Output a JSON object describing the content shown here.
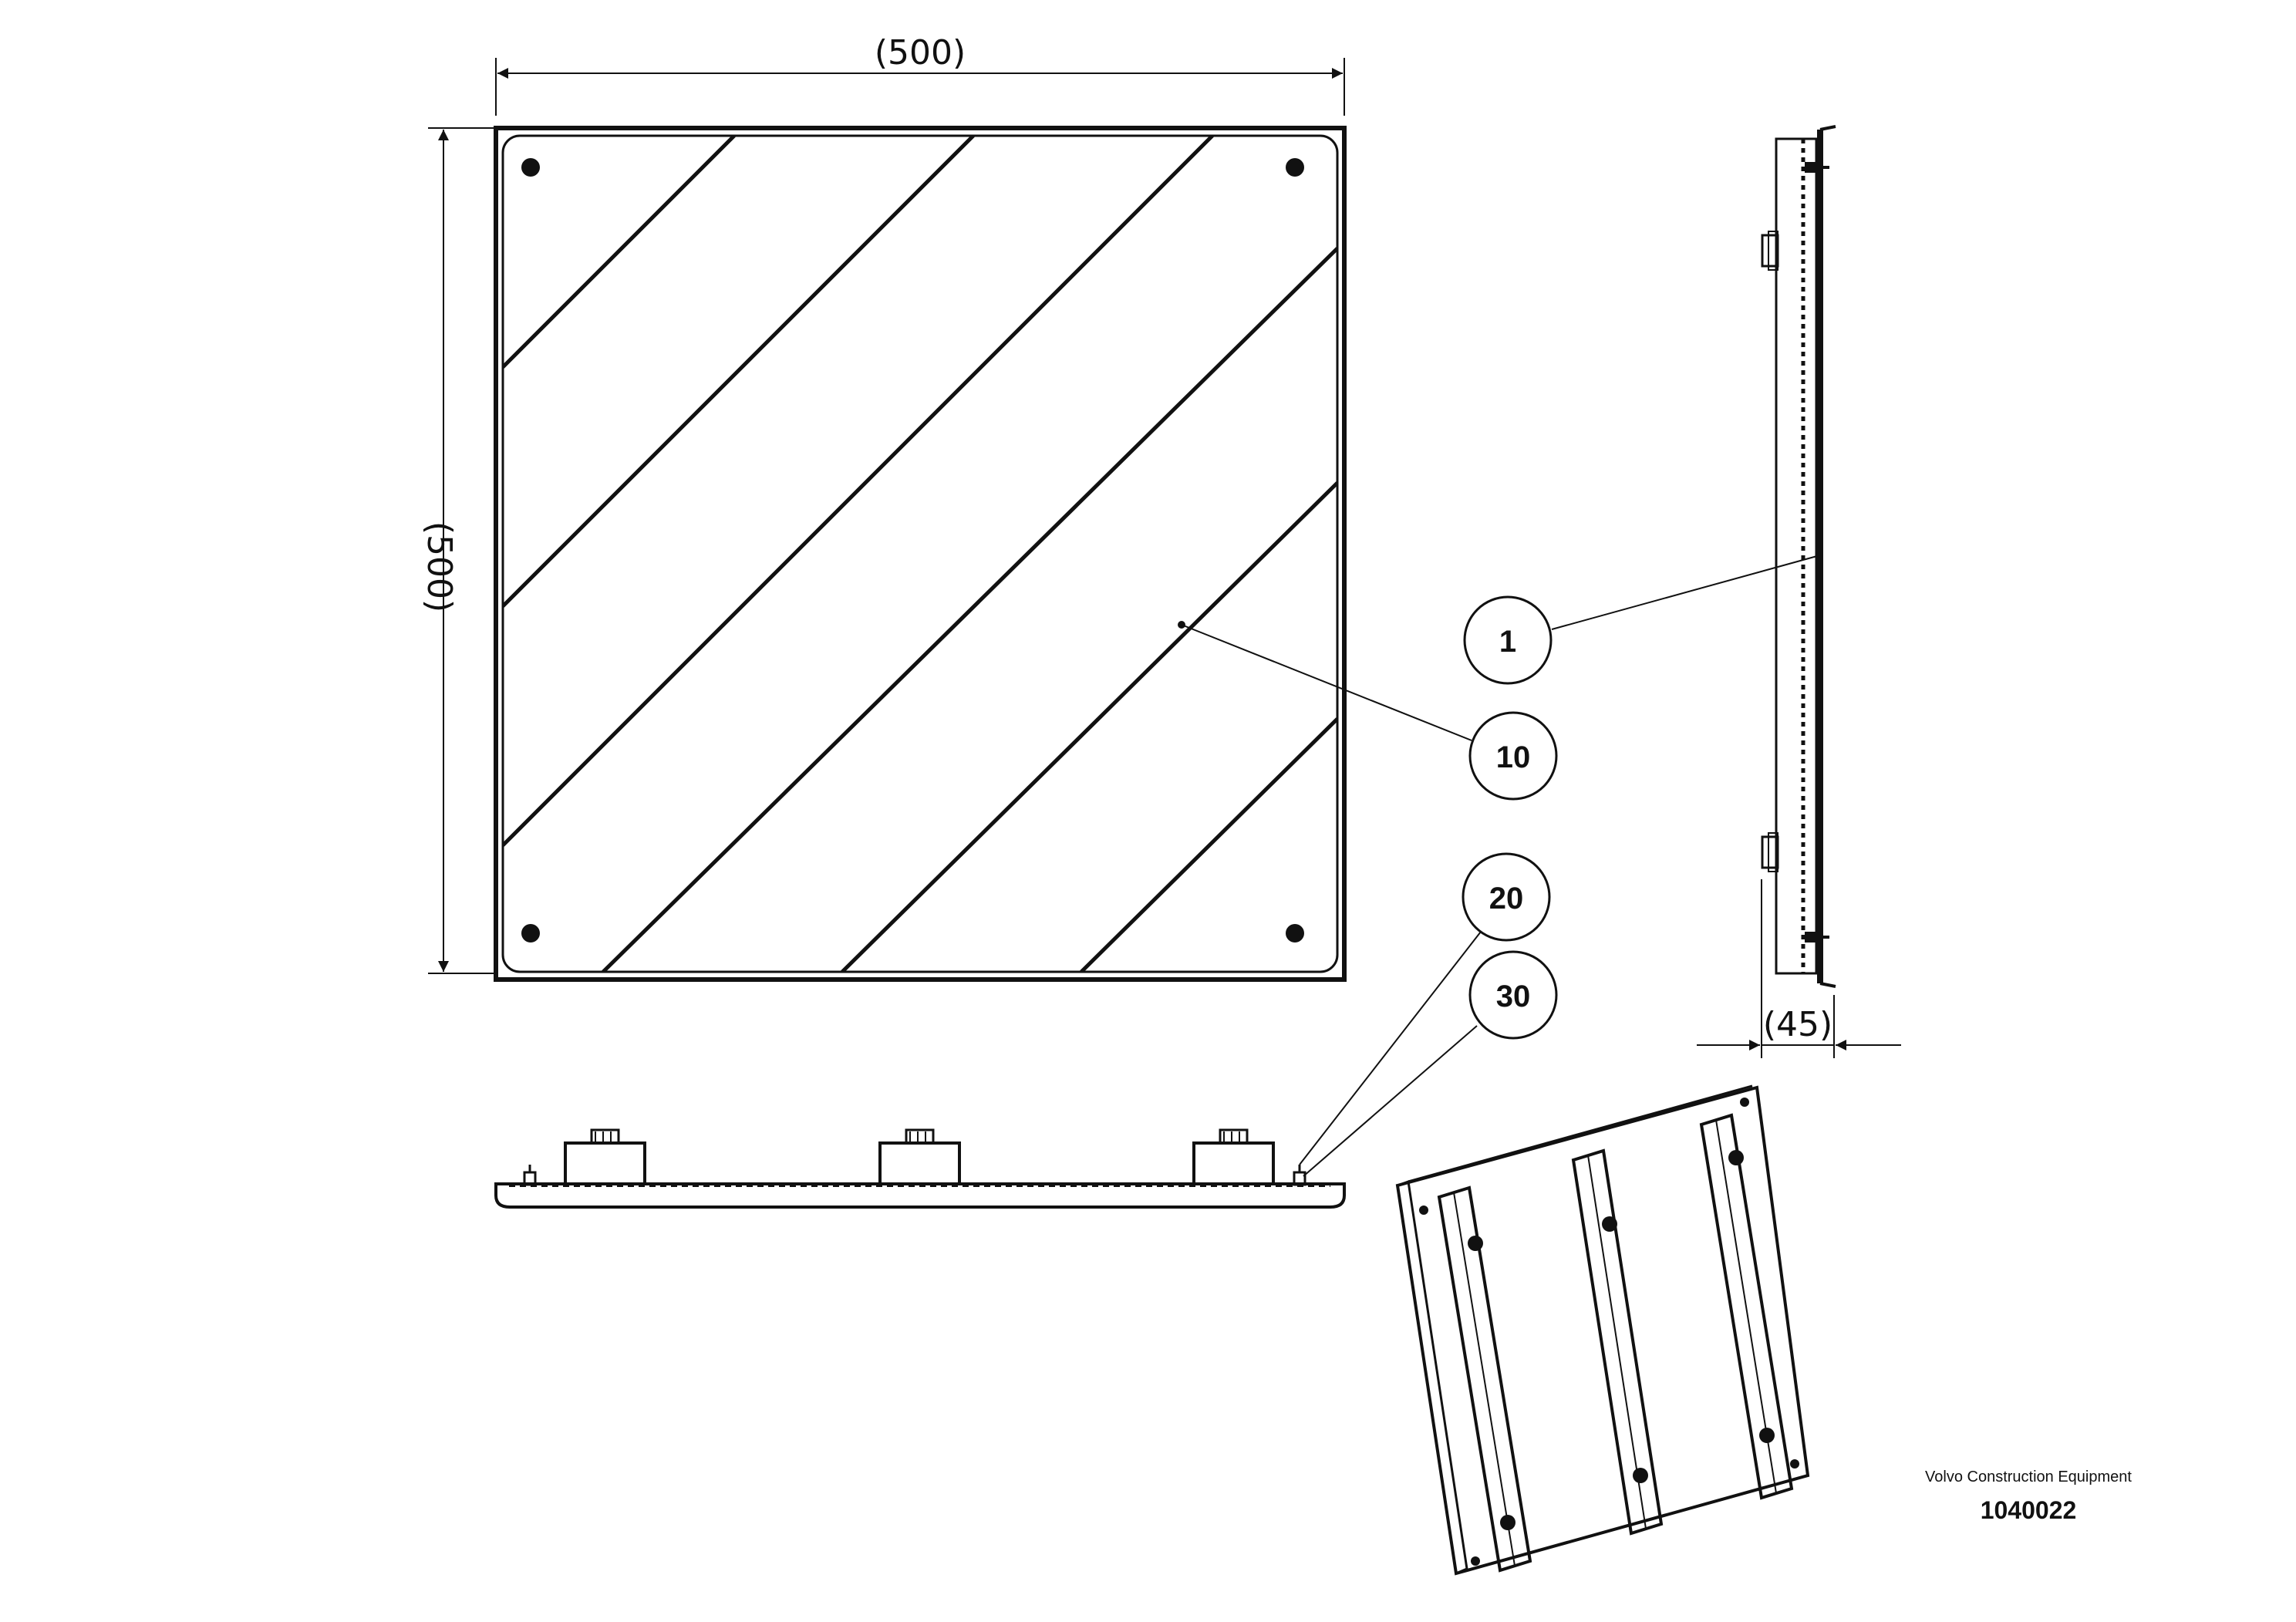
{
  "dimensions": {
    "width": "(500)",
    "height": "(500)",
    "depth": "(45)"
  },
  "callouts": {
    "item_1": "1",
    "item_10": "10",
    "item_20": "20",
    "item_30": "30"
  },
  "credit": {
    "company": "Volvo Construction Equipment",
    "document_number": "1040022"
  }
}
